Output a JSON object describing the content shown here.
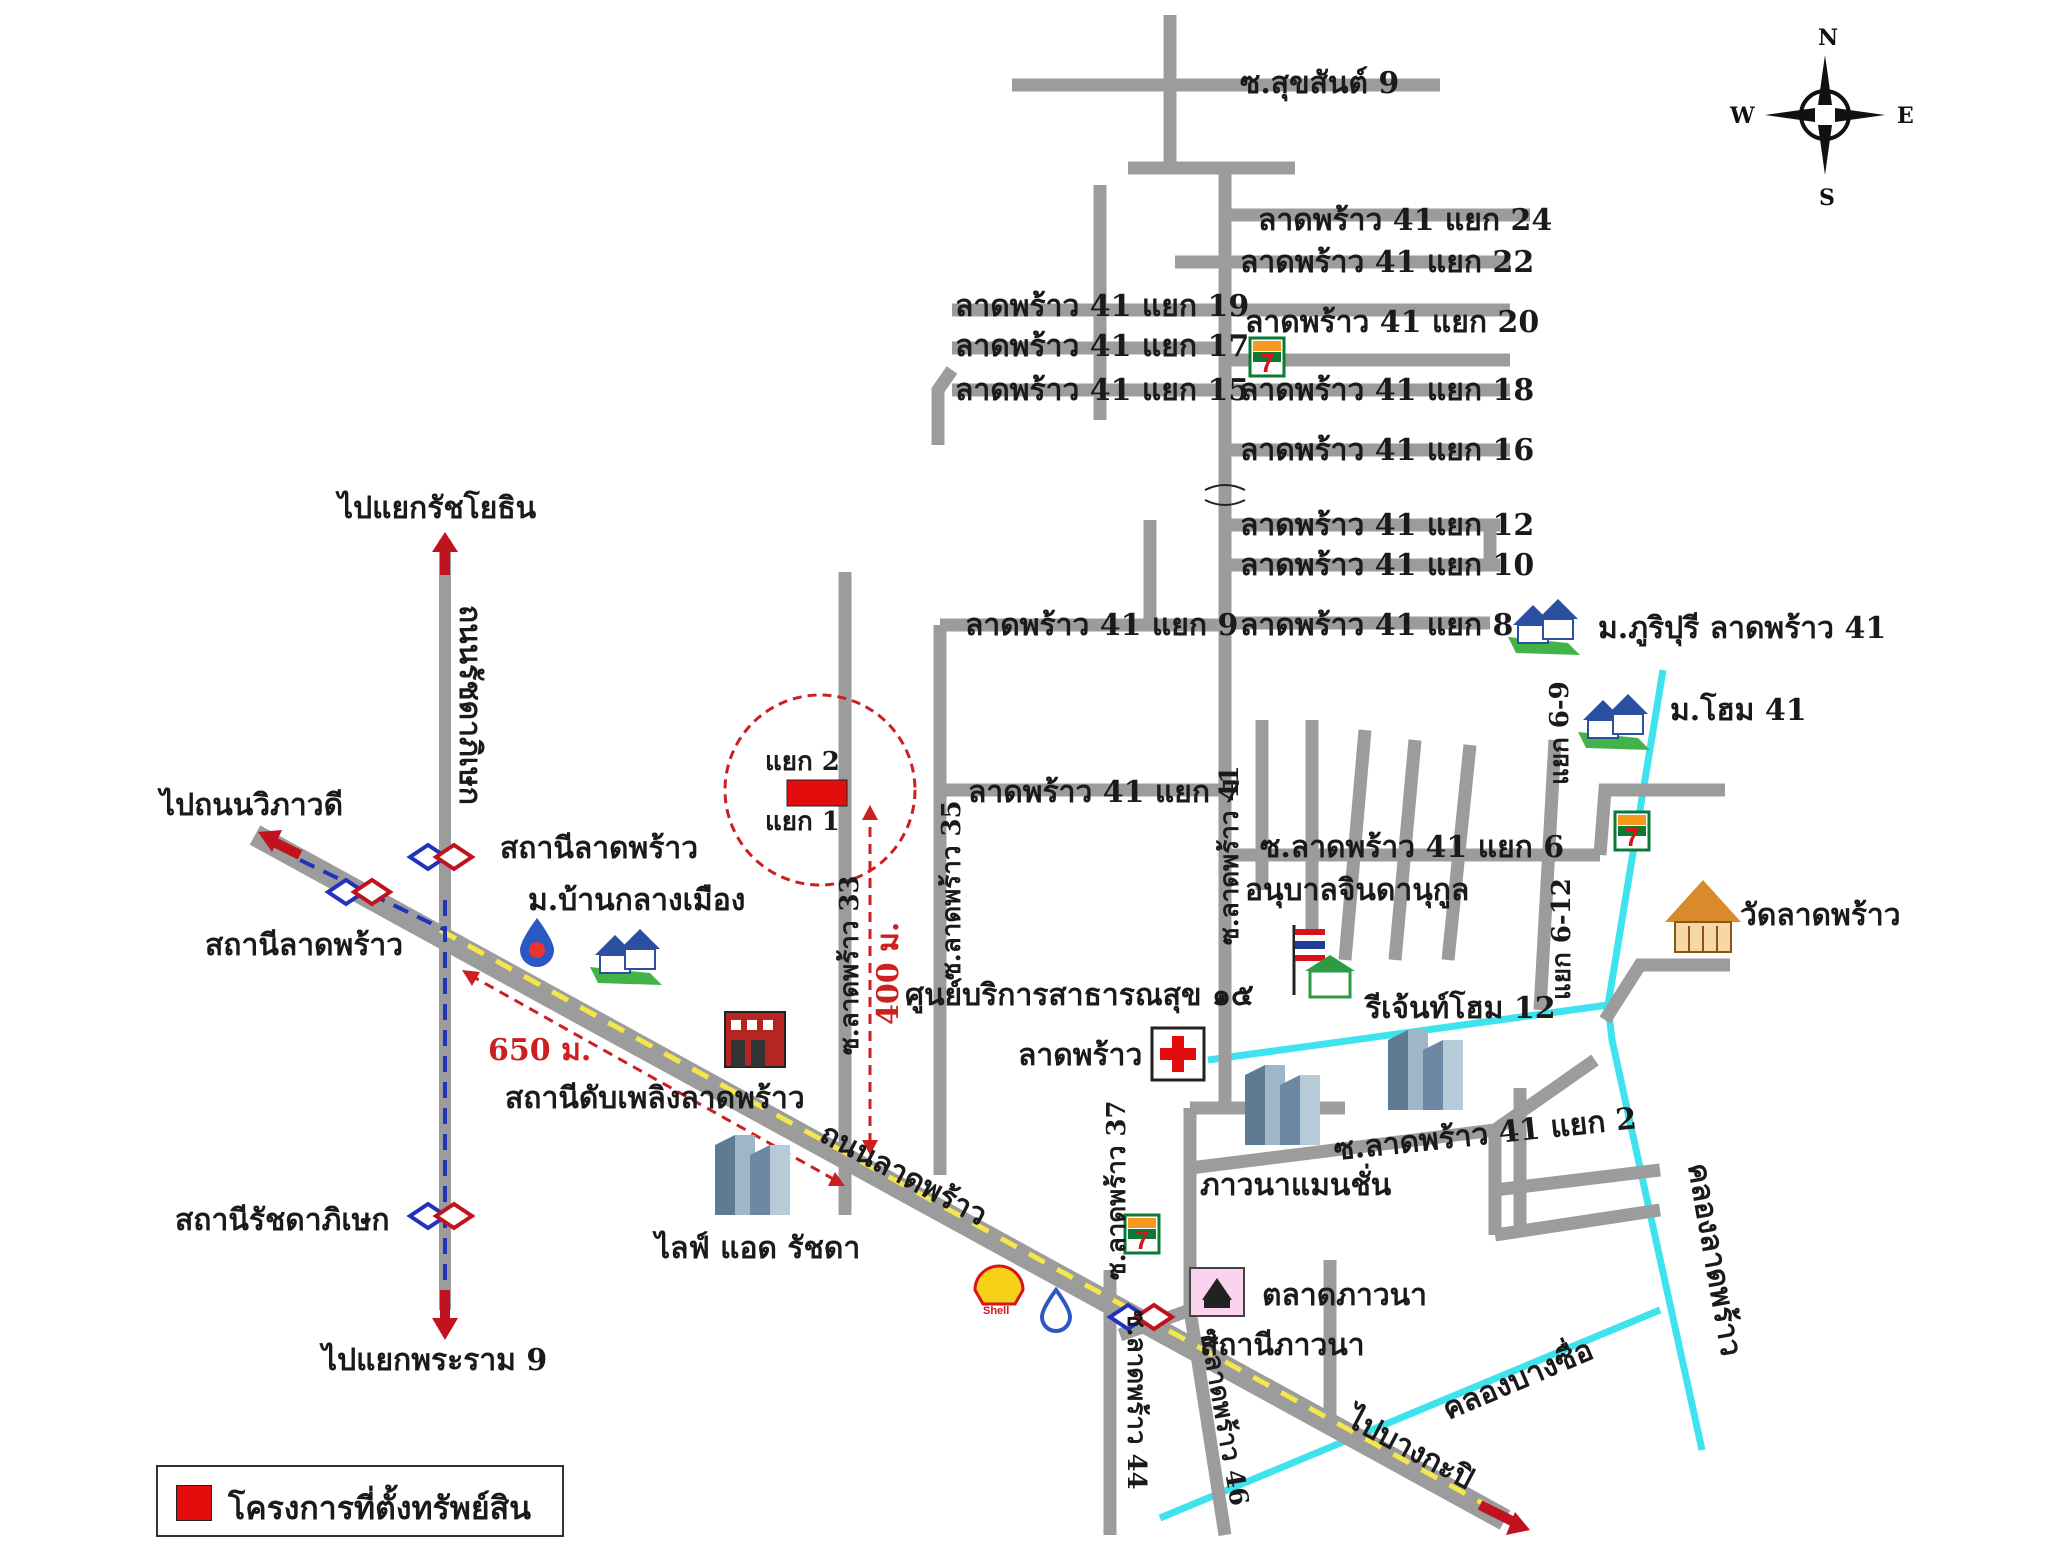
{
  "compass": {
    "n": "N",
    "s": "S",
    "e": "E",
    "w": "W"
  },
  "roads_top": {
    "sukhsan": "ซ.สุขสันต์ 9",
    "s24": "ลาดพร้าว 41 แยก 24",
    "s22": "ลาดพร้าว 41 แยก 22",
    "s19": "ลาดพร้าว 41 แยก 19",
    "s20": "ลาดพร้าว 41 แยก 20",
    "s17": "ลาดพร้าว 41 แยก 17",
    "s15": "ลาดพร้าว 41 แยก 15",
    "s18": "ลาดพร้าว 41 แยก 18",
    "s16": "ลาดพร้าว 41 แยก 16",
    "s12": "ลาดพร้าว 41 แยก 12",
    "s10": "ลาดพร้าว 41 แยก 10",
    "s9": "ลาดพร้าว 41 แยก 9",
    "s8": "ลาดพร้าว 41 แยก 8",
    "s7": "ลาดพร้าว 41 แยก 7"
  },
  "places": {
    "phuriphuri": "ม.ภูริปุรี ลาดพร้าว 41",
    "home41": "ม.โฮม 41",
    "s6_9": "แยก 6-9",
    "s6_12": "แยก 6-12",
    "soi6": "ซ.ลาดพร้าว 41 แยก 6",
    "kindergarten": "อนุบาลจินดานุกูล",
    "wat": "วัดลาดพร้าว",
    "regent": "รีเจ้นท์โฮม 12",
    "soi41": "ซ.ลาดพร้าว 41",
    "soi2": "ซ.ลาดพร้าว 41 แยก 2",
    "health": "ศูนย์บริการสาธารณสุข ๑๕",
    "ladprao_hosp": "ลาดพร้าว",
    "phawana_mansion": "ภาวนาแมนชั่น",
    "phawana_market": "ตลาดภาวนา",
    "phawana_station": "สถานีภาวนา",
    "canal_ladprao": "คลองลาดพร้าว",
    "canal_bangsue": "คลองบางซื่อ",
    "to_bangkapi": "ไปบางกะปิ",
    "soi44": "ซ.ลาดพร้าว 44",
    "soi46": "ซ.ลาดพร้าว 46",
    "soi37": "ซ.ลาดพร้าว 37",
    "soi35": "ซ.ลาดพร้าว 35",
    "soi33": "ซ.ลาดพร้าว 33",
    "split2": "แยก 2",
    "split1": "แยก 1",
    "dist400": "400 ม.",
    "dist650": "650 ม.",
    "fire": "สถานีดับเพลิงลาดพร้าว",
    "life": "ไลฟ์ แอด รัชดา",
    "thanon_ladprao": "ถนนลาดพร้าว",
    "baan_klang": "ม.บ้านกลางเมือง",
    "station_ladprao_1": "สถานีลาดพร้าว",
    "station_ladprao_2": "สถานีลาดพร้าว",
    "station_ratchada": "สถานีรัชดาภิเษก",
    "to_ratchayothin": "ไปแยกรัชโยธิน",
    "to_vibhavadi": "ไปถนนวิภาวดี",
    "to_rama9": "ไปแยกพระราม 9",
    "ratchada_rd": "ถนนรัชดาภิเษก",
    "shell": "Shell"
  },
  "legend": {
    "label": "โครงการที่ตั้งทรัพย์สิน"
  },
  "colors": {
    "road": "#9c9c9c",
    "canal": "#3fe3ee",
    "subject": "#e30d0d",
    "dashed_route": "#cc1f1f",
    "bts_line": "#2233bb",
    "main_road_center": "#f5e64a"
  }
}
